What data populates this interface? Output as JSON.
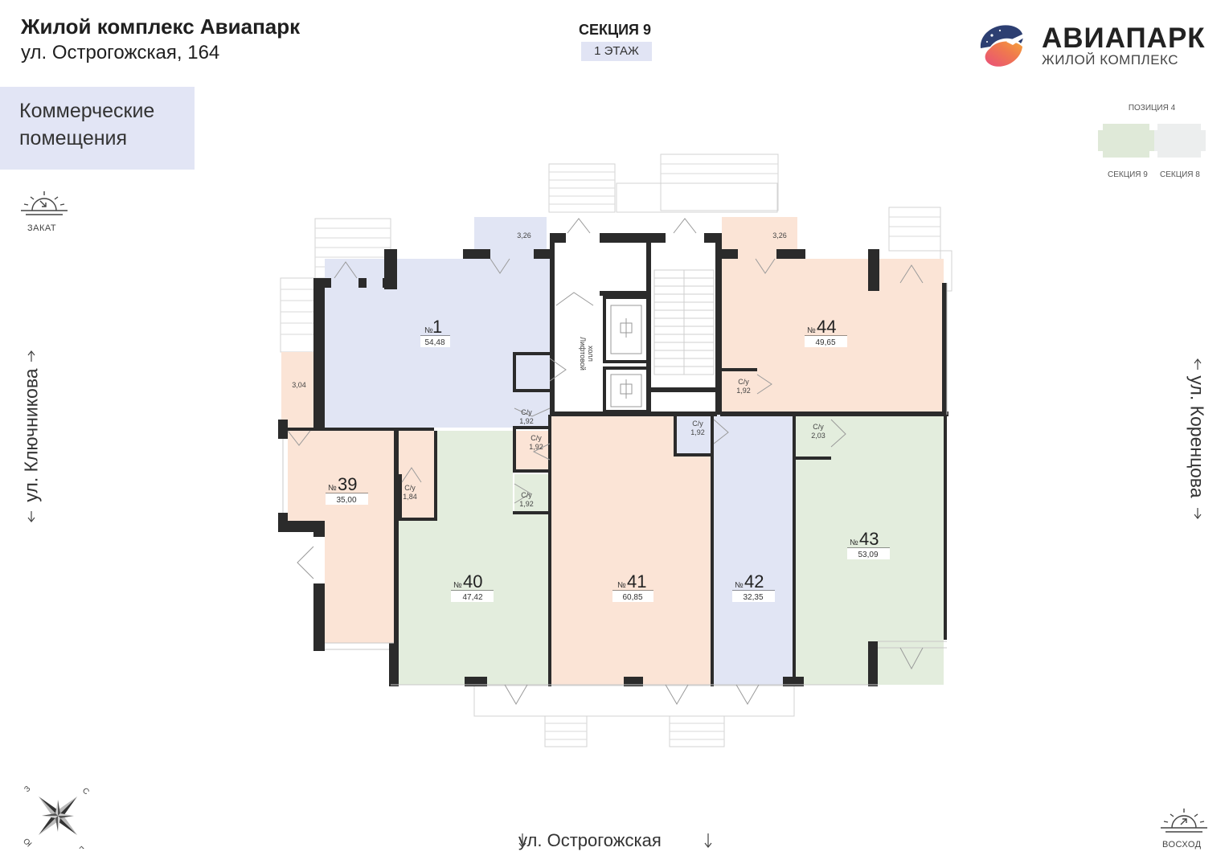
{
  "header": {
    "title": "Жилой комплекс Авиапарк",
    "address": "ул. Острогожская, 164",
    "section": "СЕКЦИЯ 9",
    "floor": "1 ЭТАЖ",
    "category_line1": "Коммерческие",
    "category_line2": "помещения"
  },
  "logo": {
    "name": "АВИАПАРК",
    "subtitle": "ЖИЛОЙ КОМПЛЕКС"
  },
  "minimap": {
    "position": "ПОЗИЦИЯ 4",
    "section_a": "СЕКЦИЯ 9",
    "section_b": "СЕКЦИЯ 8"
  },
  "orientation": {
    "sunset": "ЗАКАТ",
    "sunrise": "ВОСХОД",
    "street_left": "ул. Ключникова",
    "street_right": "ул. Коренцова",
    "street_bottom": "ул. Острогожская",
    "compass": [
      "З",
      "С",
      "В",
      "Ю"
    ]
  },
  "colors": {
    "blue": "#e1e5f4",
    "peach": "#fbe4d6",
    "green": "#e3eddd",
    "wall": "#2b2b2b"
  },
  "units": [
    {
      "num": "1",
      "area": "54,48"
    },
    {
      "num": "44",
      "area": "49,65"
    },
    {
      "num": "39",
      "area": "35,00"
    },
    {
      "num": "40",
      "area": "47,42"
    },
    {
      "num": "41",
      "area": "60,85"
    },
    {
      "num": "42",
      "area": "32,35"
    },
    {
      "num": "43",
      "area": "53,09"
    }
  ],
  "num_prefix": "№",
  "wc_label": "С/у",
  "wcs": [
    "1,92",
    "1,92",
    "1,92",
    "1,84",
    "1,92",
    "1,92",
    "2,03"
  ],
  "terraces": [
    "3,26",
    "3,26",
    "3,04"
  ],
  "lift_hall": {
    "line1": "Лифтовой",
    "line2": "холл"
  }
}
